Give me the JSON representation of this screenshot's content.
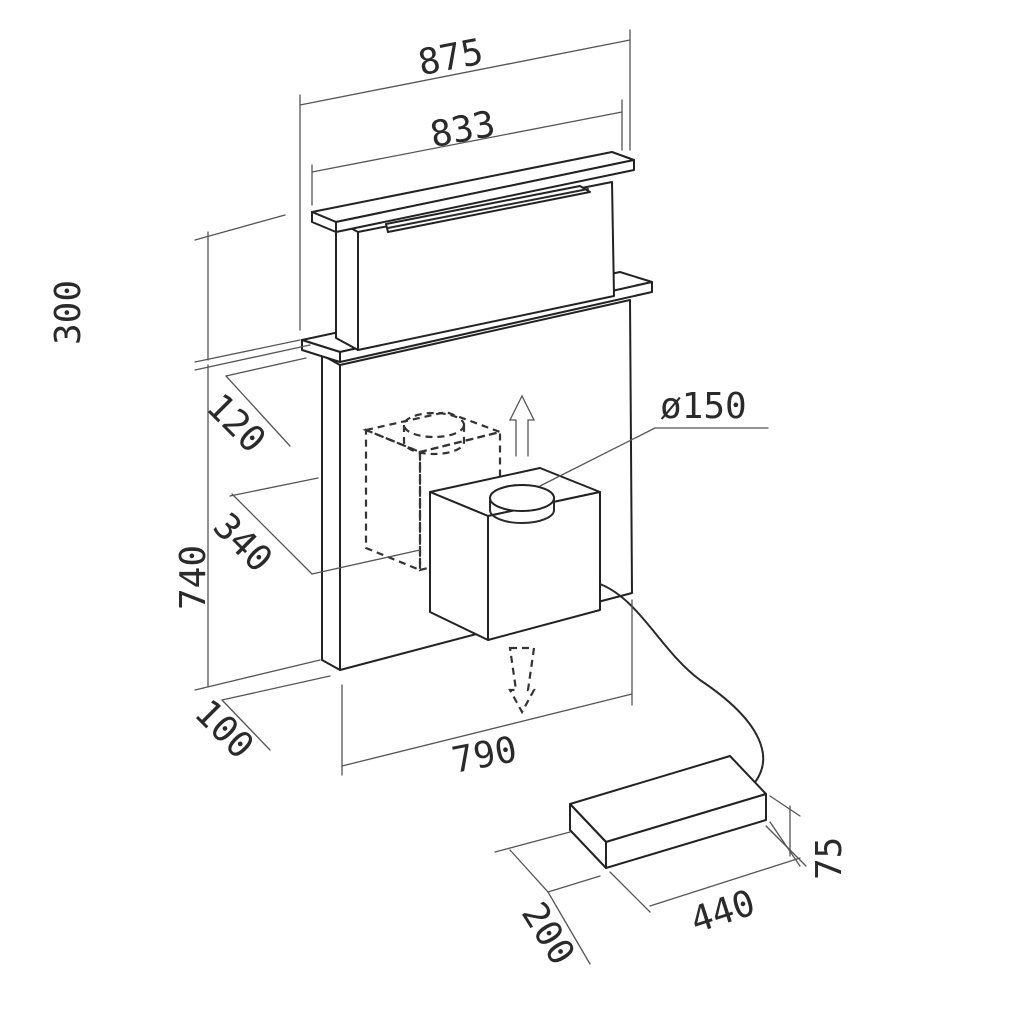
{
  "dimensions": {
    "width_total": "875",
    "width_inner": "833",
    "rise_height": "300",
    "depth_top": "120",
    "body_height": "740",
    "motor_depth": "340",
    "duct_diameter": "ø150",
    "base_depth": "100",
    "body_width": "790",
    "box_height": "75",
    "box_length": "440",
    "box_width": "200"
  },
  "colors": {
    "line": "#2a2a2a",
    "dimension_line": "#555555",
    "background": "#ffffff"
  }
}
